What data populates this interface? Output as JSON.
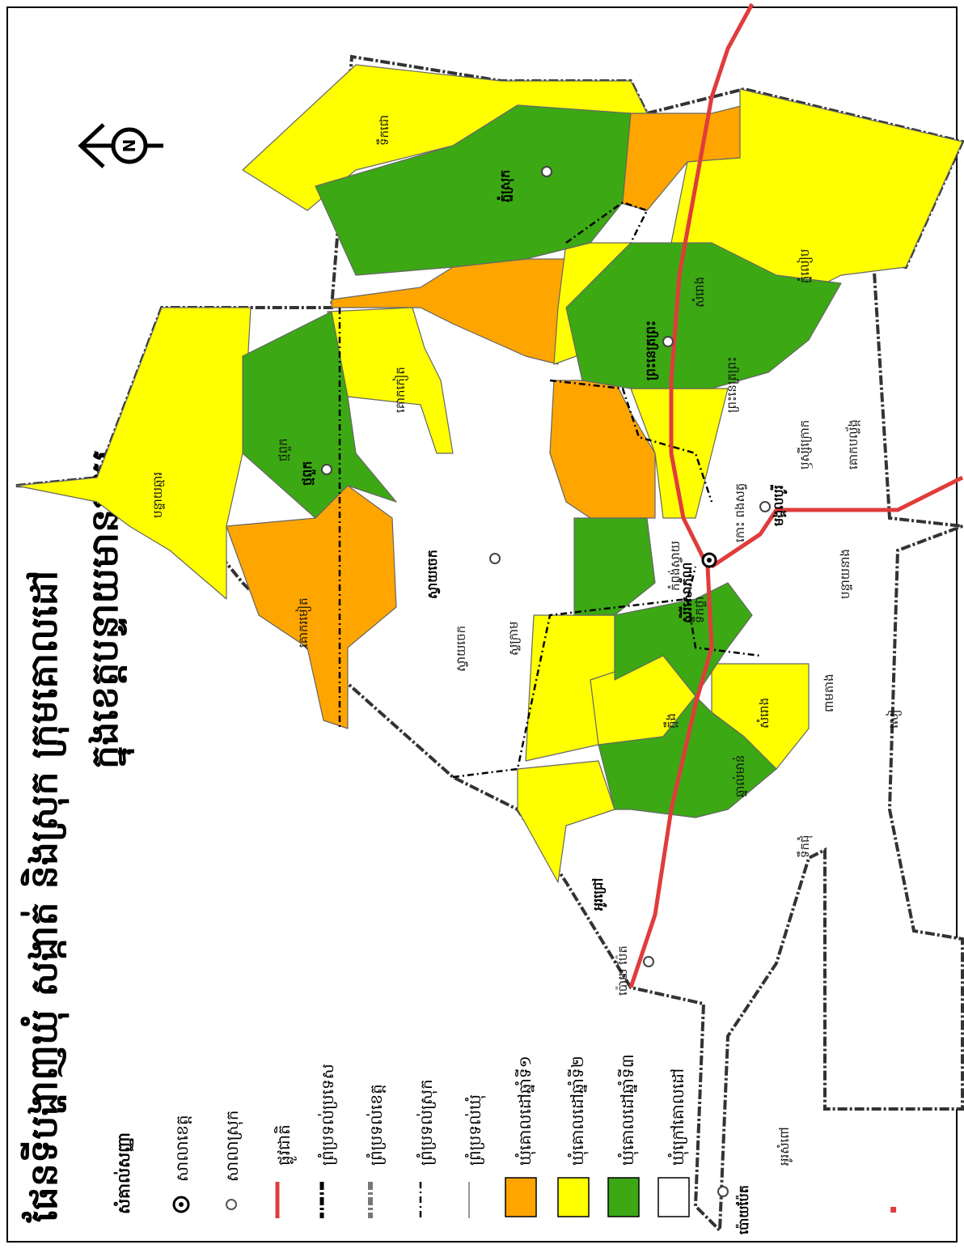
{
  "title": {
    "line1": "ផែនទីបង្ហាញឃុំ សង្កាត់ និងស្រុក ក្រុមគោលដៅ",
    "line2": "ក្នុងខេត្តបន្ទាយមានជ័យ"
  },
  "north_symbol": "N",
  "legend": {
    "heading": "សំគាល់សញ្ញា",
    "items": [
      {
        "symbol": "province-seat",
        "label": "សាលាខេត្ត"
      },
      {
        "symbol": "district-seat",
        "label": "សាលាស្រុក"
      },
      {
        "symbol": "national-road",
        "label": "ផ្លូវជាតិ",
        "color": "#e03c3c"
      },
      {
        "symbol": "country-border",
        "label": "ព្រំប្រទល់ប្រទេស"
      },
      {
        "symbol": "province-border",
        "label": "ព្រំប្រទល់ខេត្ត"
      },
      {
        "symbol": "district-border",
        "label": "ព្រំប្រទល់ស្រុក"
      },
      {
        "symbol": "commune-border",
        "label": "ព្រំប្រទល់ឃុំ"
      },
      {
        "symbol": "group-1",
        "label": "ឃុំគោលដៅឆ្នាំទី១",
        "color": "#ffa500"
      },
      {
        "symbol": "group-2",
        "label": "ឃុំគោលដៅឆ្នាំទី២",
        "color": "#ffff00"
      },
      {
        "symbol": "group-3",
        "label": "ឃុំគោលដៅឆ្នាំទី៣",
        "color": "#3ca814"
      },
      {
        "symbol": "non-target",
        "label": "ឃុំក្រៅគោលដៅ",
        "color": "#ffffff"
      }
    ]
  },
  "colors": {
    "group1": "#ffa500",
    "group2": "#ffff00",
    "group3": "#3ca814",
    "none": "#ffffff",
    "road": "#e03c3c"
  },
  "districts": {
    "d1": "ថ្មពួក",
    "d2": "ស្វាយចេក",
    "d3": "ព្រះនេត្រព្រះ",
    "d4": "សិរីសោភ័ណ",
    "d5": "មង្គលបូរី",
    "d6": "ភ្នំស្រុក",
    "d7": "អូរជ្រៅ",
    "d8": "ប៉ោយប៉ែត"
  },
  "communes": {
    "c1": "ថ្មពួក",
    "c2": "គោកកៀត",
    "c3": "បន្ទាយឆ្មារ",
    "c4": "គោករមៀត",
    "c5": "ស្វាយចេក",
    "c6": "ស្លក្រាម",
    "c7": "ទឹកជោ",
    "c8": "ព្រះនេត្រព្រះ",
    "c9": "ភ្នំលៀប",
    "c10": "សំរោង",
    "c11": "ទឹកថ្លា",
    "c12": "ក្ដឹង",
    "c13": "សំរោង",
    "c14": "កំពង់ស្វាយ",
    "c15": "កោះ ពងសត្វ",
    "c16": "ឫស្សីក្រោក",
    "c17": "គោកបល្ល័ង្ក",
    "c18": "បន្ទាយនាង",
    "c19": "ពាមតាង",
    "c20": "សៀ",
    "c21": "ឆ្នាល់មាន់",
    "c22": "ទឹកជុំ",
    "c23": "អូរសំពៅ",
    "c24": "ប៉ោយ ប៉ែត"
  },
  "footer_mark": "▪"
}
